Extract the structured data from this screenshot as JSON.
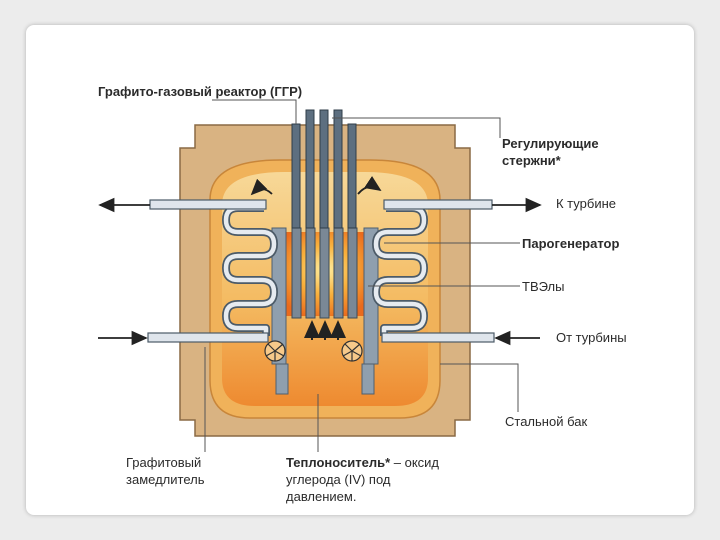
{
  "diagram": {
    "title": "Графито-газовый реактор (ГГР)",
    "labels": {
      "control_rods_line1": "Регулирующие",
      "control_rods_line2": "стержни*",
      "to_turbine": "К турбине",
      "steam_generator": "Парогенератор",
      "fuel_elements": "ТВЭлы",
      "from_turbine": "От турбины",
      "steel_tank": "Стальной бак",
      "graphite_moderator_line1": "Графитовый",
      "graphite_moderator_line2": "замедлитель",
      "coolant_bold": "Теплоноситель*",
      "coolant_rest": " – оксид",
      "coolant_line2": "углерода (IV) под",
      "coolant_line3": "давлением."
    },
    "colors": {
      "graphite": "#d9b382",
      "graphite_border": "#8a6a45",
      "steel_tank": "#f0b25a",
      "core_gradient_top": "#f6d38c",
      "core_gradient_bottom": "#f08a2e",
      "rods": "#5d6f80",
      "tubes": "#dfe5ec",
      "text": "#2b2b2b"
    }
  }
}
